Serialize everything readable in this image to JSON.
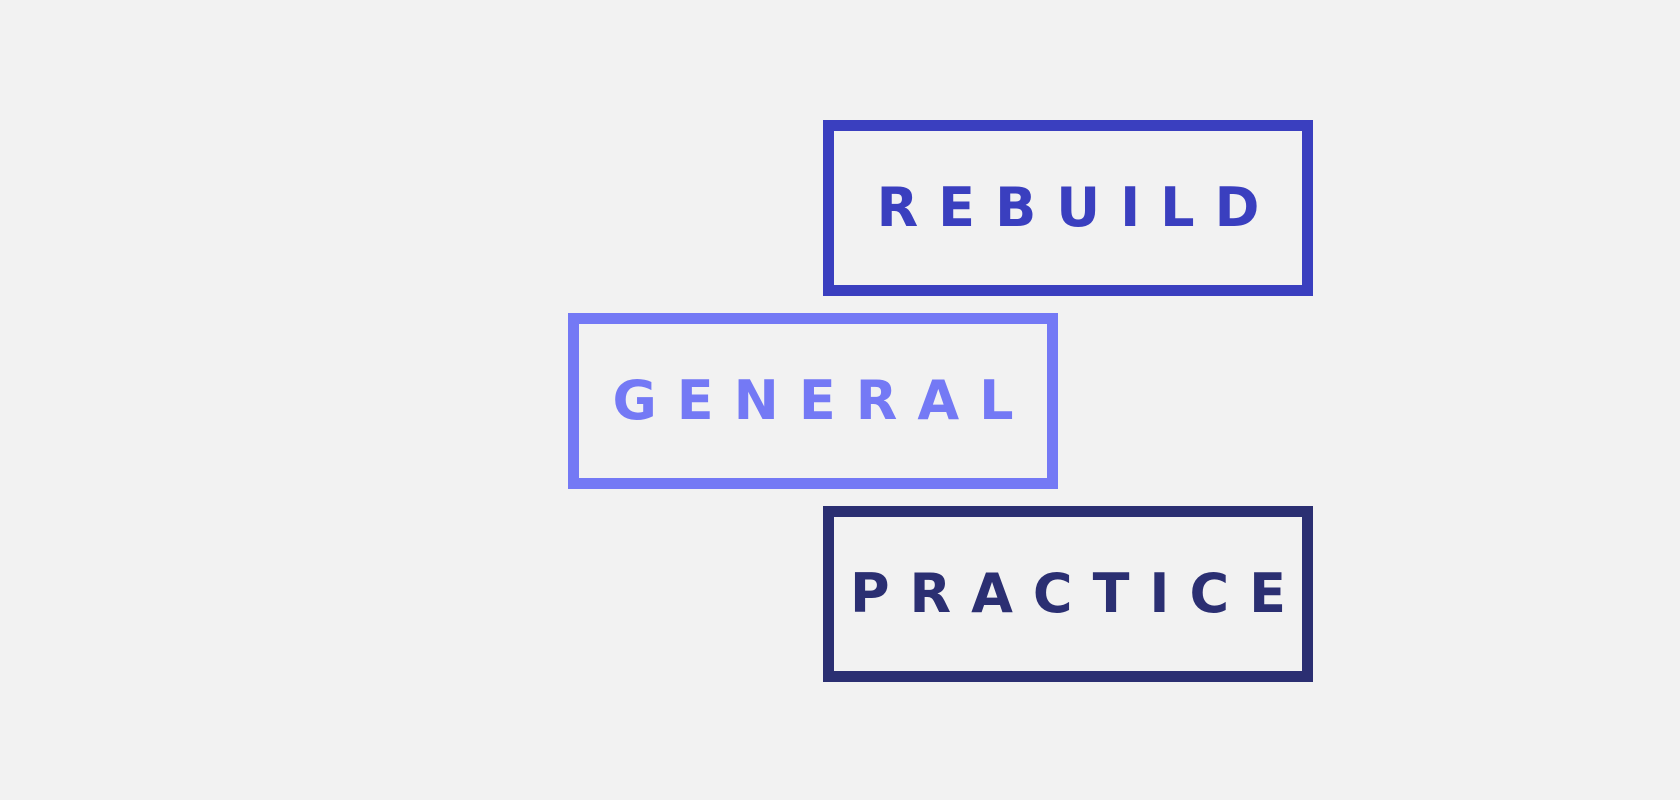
{
  "logo": {
    "words": [
      {
        "id": "rebuild",
        "text": "REBUILD",
        "color": "#3a3fbf"
      },
      {
        "id": "general",
        "text": "GENERAL",
        "color": "#7479f5"
      },
      {
        "id": "practice",
        "text": "PRACTICE",
        "color": "#2b2f72"
      }
    ],
    "background": "#f2f2f2"
  }
}
